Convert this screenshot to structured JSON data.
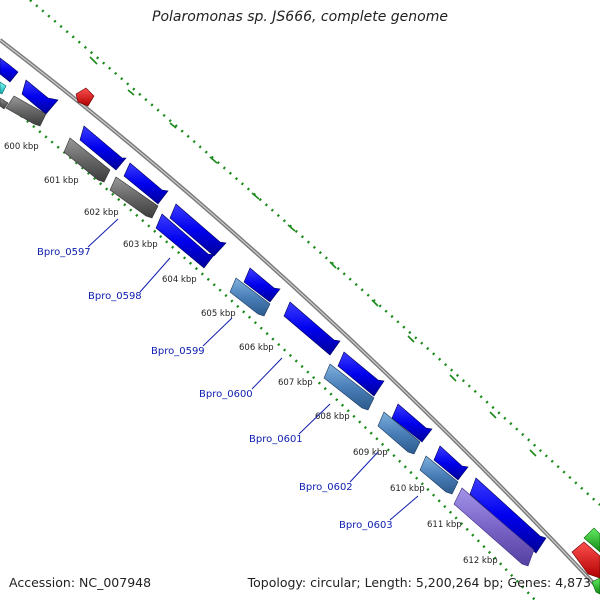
{
  "title": "Polaromonas sp. JS666, complete genome",
  "kbp_labels": [
    "600 kbp",
    "601 kbp",
    "602 kbp",
    "603 kbp",
    "604 kbp",
    "605 kbp",
    "606 kbp",
    "607 kbp",
    "608 kbp",
    "609 kbp",
    "610 kbp",
    "611 kbp",
    "612 kbp"
  ],
  "gene_labels": [
    "Bpro_0597",
    "Bpro_0598",
    "Bpro_0599",
    "Bpro_0600",
    "Bpro_0601",
    "Bpro_0602",
    "Bpro_0603"
  ],
  "footer": {
    "accession": "Accession: NC_007948",
    "summary": "Topology: circular; Length: 5,200,264 bp; Genes: 4,873"
  },
  "colors": {
    "cds_forward": "#0000ee",
    "cds_reverse_grey": "#666666",
    "cds_light_blue": "#4a7fb8",
    "cds_purple": "#7a65c8",
    "red_feature": "#e00000",
    "green_feature": "#22bb22",
    "cyan_feature": "#22dddd",
    "backbone": "#888888",
    "gc_dots": "#1a8a1a",
    "label_blue": "#1020b0"
  }
}
